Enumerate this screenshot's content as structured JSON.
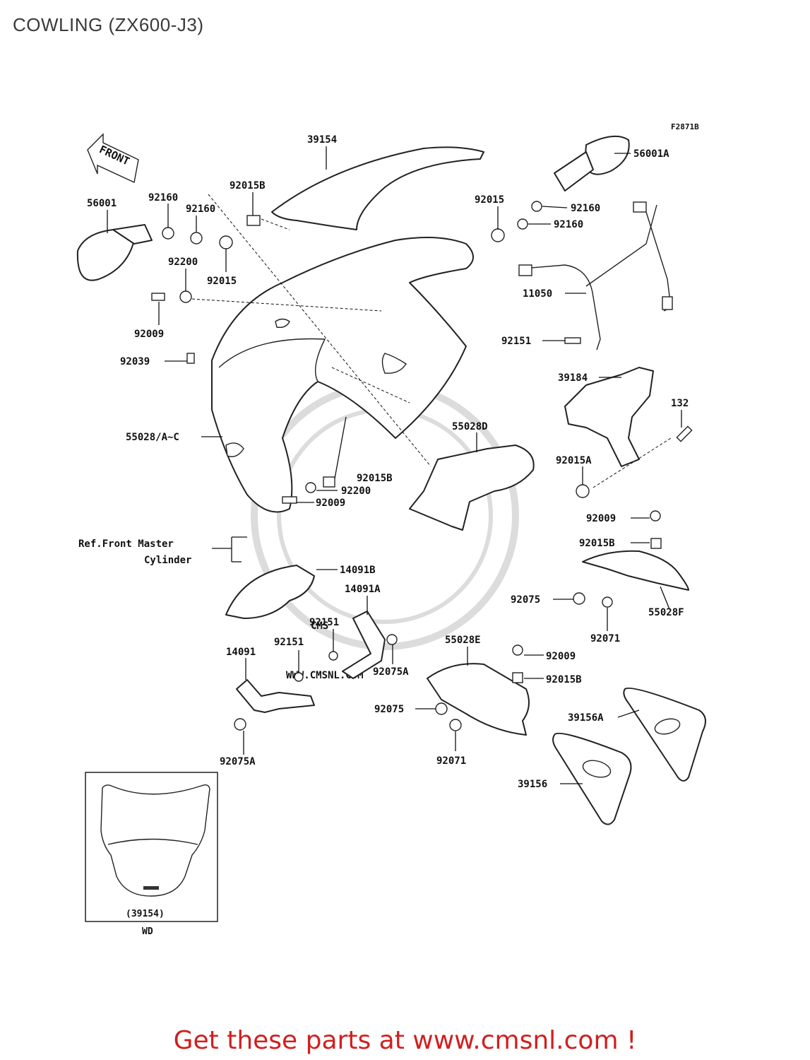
{
  "title": "COWLING (ZX600-J3)",
  "ref_code": "F2871B",
  "front_label": "FRONT",
  "labels": {
    "p39154": "39154",
    "p56001A": "56001A",
    "p56001": "56001",
    "p92160_a": "92160",
    "p92160_b": "92160",
    "p92015B_a": "92015B",
    "p92015_a": "92015",
    "p92160_c": "92160",
    "p92160_d": "92160",
    "p92015_b": "92015",
    "p92200_a": "92200",
    "p11050": "11050",
    "p92009_a": "92009",
    "p92151_a": "92151",
    "p92039": "92039",
    "p39184": "39184",
    "p132": "132",
    "p55028AC": "55028/A~C",
    "p55028D": "55028D",
    "p92015A": "92015A",
    "p92015B_b": "92015B",
    "p92200_b": "92200",
    "p92009_b": "92009",
    "p92009_c": "92009",
    "p92015B_c": "92015B",
    "ref_line1": "Ref.Front Master",
    "ref_line2": "Cylinder",
    "p14091B": "14091B",
    "p14091A": "14091A",
    "p92075_a": "92075",
    "p55028F": "55028F",
    "p92151_b": "92151",
    "p92151_c": "92151",
    "p92071_a": "92071",
    "p14091": "14091",
    "p55028E": "55028E",
    "p92009_d": "92009",
    "p92075A_a": "92075A",
    "p92015B_d": "92015B",
    "p92075_b": "92075",
    "p39156A": "39156A",
    "p92071_b": "92071",
    "p92075A_b": "92075A",
    "p39156": "39156"
  },
  "inset": {
    "part": "(39154)",
    "variant": "WD"
  },
  "promo_text": "Get these parts at www.cmsnl.com !"
}
